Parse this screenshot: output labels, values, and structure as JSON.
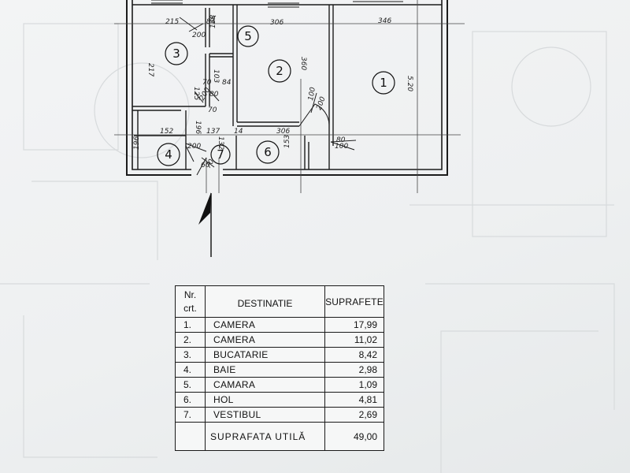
{
  "plan": {
    "room_numbers": [
      "1",
      "2",
      "3",
      "4",
      "5",
      "6",
      "7"
    ],
    "dimensions": {
      "d215": "215",
      "d84a": "84",
      "d138": "138",
      "d200a": "200",
      "d306a": "306",
      "d346": "346",
      "d217": "217",
      "d103": "103",
      "d360": "360",
      "d520": "5.20",
      "d125": "125",
      "d70a": "70",
      "d84b": "84",
      "d200b": "200",
      "d80": "80",
      "d70b": "70",
      "d100a": "100",
      "d152": "152",
      "d196a": "196",
      "d137": "137",
      "d14": "14",
      "d306b": "306",
      "d196b": "196",
      "d200c": "200",
      "d132": "132",
      "d60": "60",
      "d70c": "70",
      "d153": "153",
      "d100b": "100",
      "d80b": "80",
      "d200d": "200"
    }
  },
  "table": {
    "header": {
      "nr_line1": "Nr.",
      "nr_line2": "crt.",
      "destinatie": "DESTINATIE",
      "suprafete": "SUPRAFETE"
    },
    "rows": [
      {
        "nr": "1.",
        "destinatie": "CAMERA",
        "suprafata": "17,99"
      },
      {
        "nr": "2.",
        "destinatie": "CAMERA",
        "suprafata": "11,02"
      },
      {
        "nr": "3.",
        "destinatie": "BUCATARIE",
        "suprafata": "8,42"
      },
      {
        "nr": "4.",
        "destinatie": "BAIE",
        "suprafata": "2,98"
      },
      {
        "nr": "5.",
        "destinatie": "CAMARA",
        "suprafata": "1,09"
      },
      {
        "nr": "6.",
        "destinatie": "HOL",
        "suprafata": "4,81"
      },
      {
        "nr": "7.",
        "destinatie": "VESTIBUL",
        "suprafata": "2,69"
      }
    ],
    "total_label": "SUPRAFATA UTILĂ",
    "total_value": "49,00"
  }
}
